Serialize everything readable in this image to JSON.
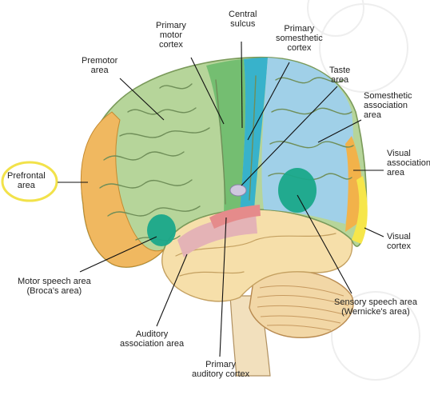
{
  "labels": {
    "central_sulcus": [
      "Central",
      "sulcus"
    ],
    "primary_motor_cortex": [
      "Primary",
      "motor",
      "cortex"
    ],
    "primary_somesthetic_cortex": [
      "Primary",
      "somesthetic",
      "cortex"
    ],
    "premotor_area": [
      "Premotor",
      "area"
    ],
    "taste_area": [
      "Taste",
      "area"
    ],
    "somesthetic_association_area": [
      "Somesthetic",
      "association",
      "area"
    ],
    "prefrontal_area": [
      "Prefrontal",
      "area"
    ],
    "visual_association_area": [
      "Visual",
      "association",
      "area"
    ],
    "visual_cortex": [
      "Visual",
      "cortex"
    ],
    "motor_speech_area": [
      "Motor speech area",
      "(Broca's area)"
    ],
    "sensory_speech_area": [
      "Sensory speech area",
      "(Wernicke's area)"
    ],
    "auditory_association_area": [
      "Auditory",
      "association area"
    ],
    "primary_auditory_cortex": [
      "Primary",
      "auditory cortex"
    ]
  },
  "colors": {
    "prefrontal": "#f0b860",
    "premotor": "#b6d59a",
    "motor": "#6dbb6d",
    "somesthetic_primary": "#2aaed0",
    "somesthetic_assoc": "#9fd0ec",
    "visual_assoc": "#f2b24a",
    "visual_cortex": "#f6e64a",
    "speech": "#1aa88a",
    "auditory_primary": "#e58b8b",
    "auditory_assoc": "#e3b0b6",
    "temporal": "#f6dfaa",
    "cerebellum": "#f2d7a6",
    "highlight_ring": "#f2e24a"
  }
}
